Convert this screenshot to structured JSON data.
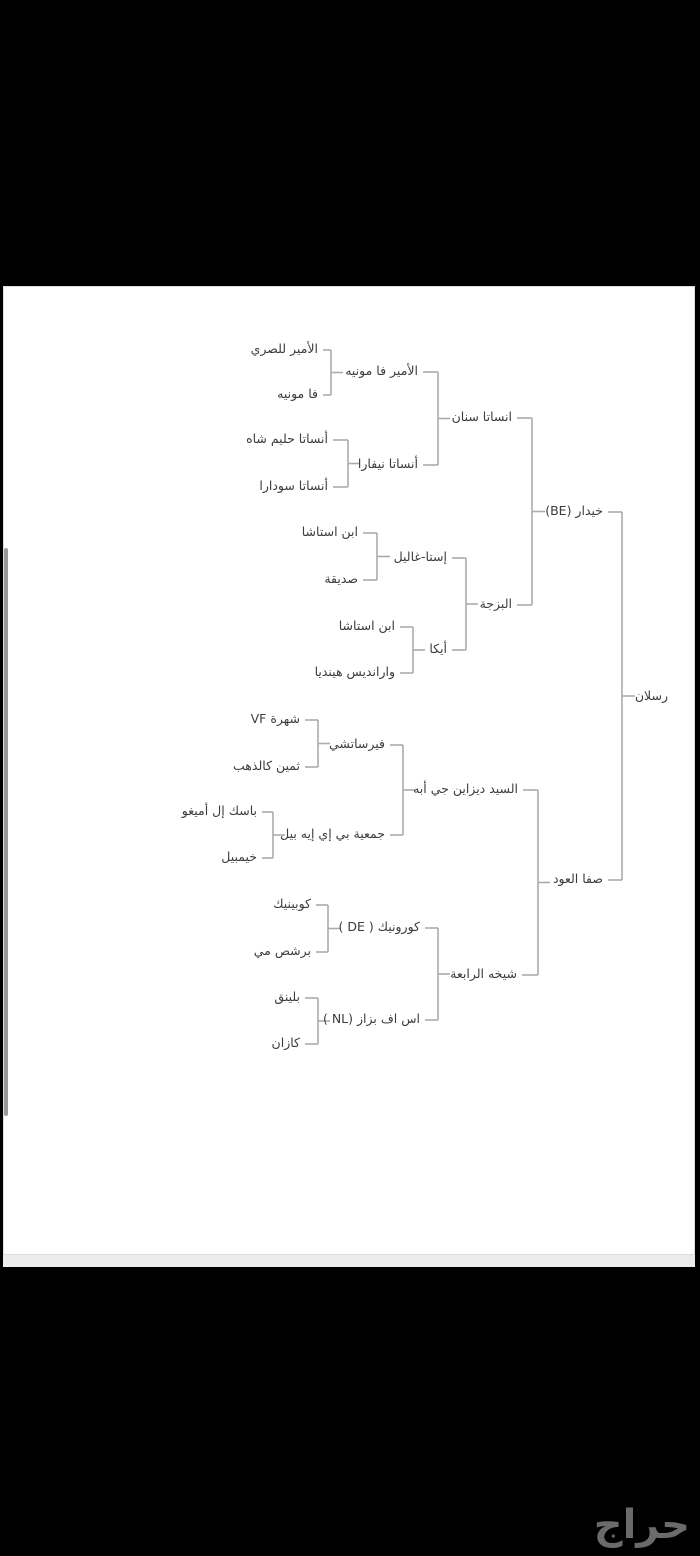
{
  "pedigree": {
    "nodes": [
      "رسلان",
      "خيدار (BE)",
      "صفا العود",
      "انساتا سنان",
      "البزجة",
      "السيد ديزاين جي أبه",
      "شيخه الرابعة",
      "الأمير فا مونيه",
      "أنساتا نيفارا",
      "إستا-غاليل",
      "أيكا",
      "فيرساتشي",
      "جمعية بي إي إيه بيل",
      "كورونيك ( DE )",
      "اس اف بزاز (NL )",
      "الأمير للصري",
      "فا مونيه",
      "أنساتا حليم شاه",
      "أنساتا سودارا",
      "ابن استاشا",
      "صديقة",
      "ابن استاشا",
      "واراندیس هیندیا",
      "شهرة VF",
      "ثمين كالذهب",
      "باسك إل أميغو",
      "خيمبيل",
      "كوبينيك",
      "برشص مي",
      "بلينق",
      "كازان"
    ]
  },
  "watermark": "حراج",
  "colors": {
    "line": "#ababab",
    "text": "#3c3c3c",
    "background": "#000000"
  }
}
